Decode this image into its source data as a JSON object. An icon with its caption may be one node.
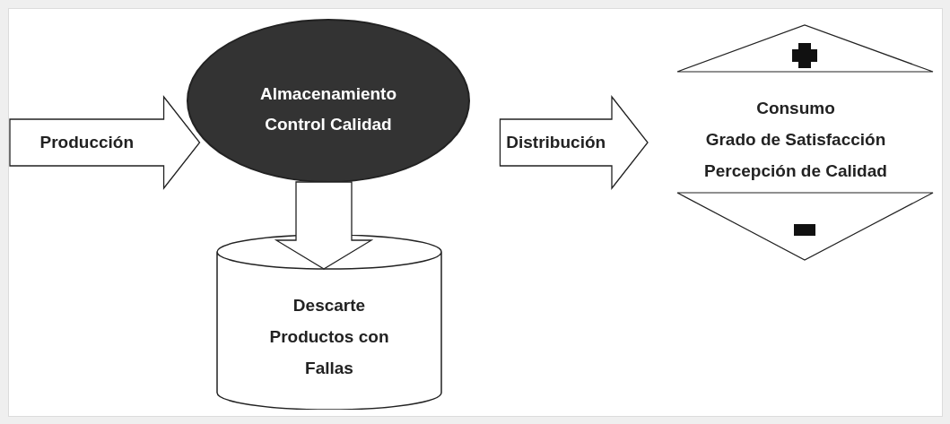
{
  "diagram": {
    "nodes": [
      {
        "text": [
          "Almacenamiento",
          "Control  Calidad"
        ]
      },
      {
        "text": [
          "Consumo",
          "Grado de Satisfacción",
          "Percepción de Calidad"
        ]
      },
      {
        "text": [
          "Descarte Productos con Fallas"
        ]
      }
    ],
    "edges": [
      {
        "from": null,
        "to": 0,
        "arrow": "to",
        "label": "Producción"
      },
      {
        "from": 0,
        "to": 1,
        "arrow": "to",
        "label": "Distribución"
      },
      {
        "from": 0,
        "to": 2,
        "arrow": "to"
      }
    ]
  }
}
